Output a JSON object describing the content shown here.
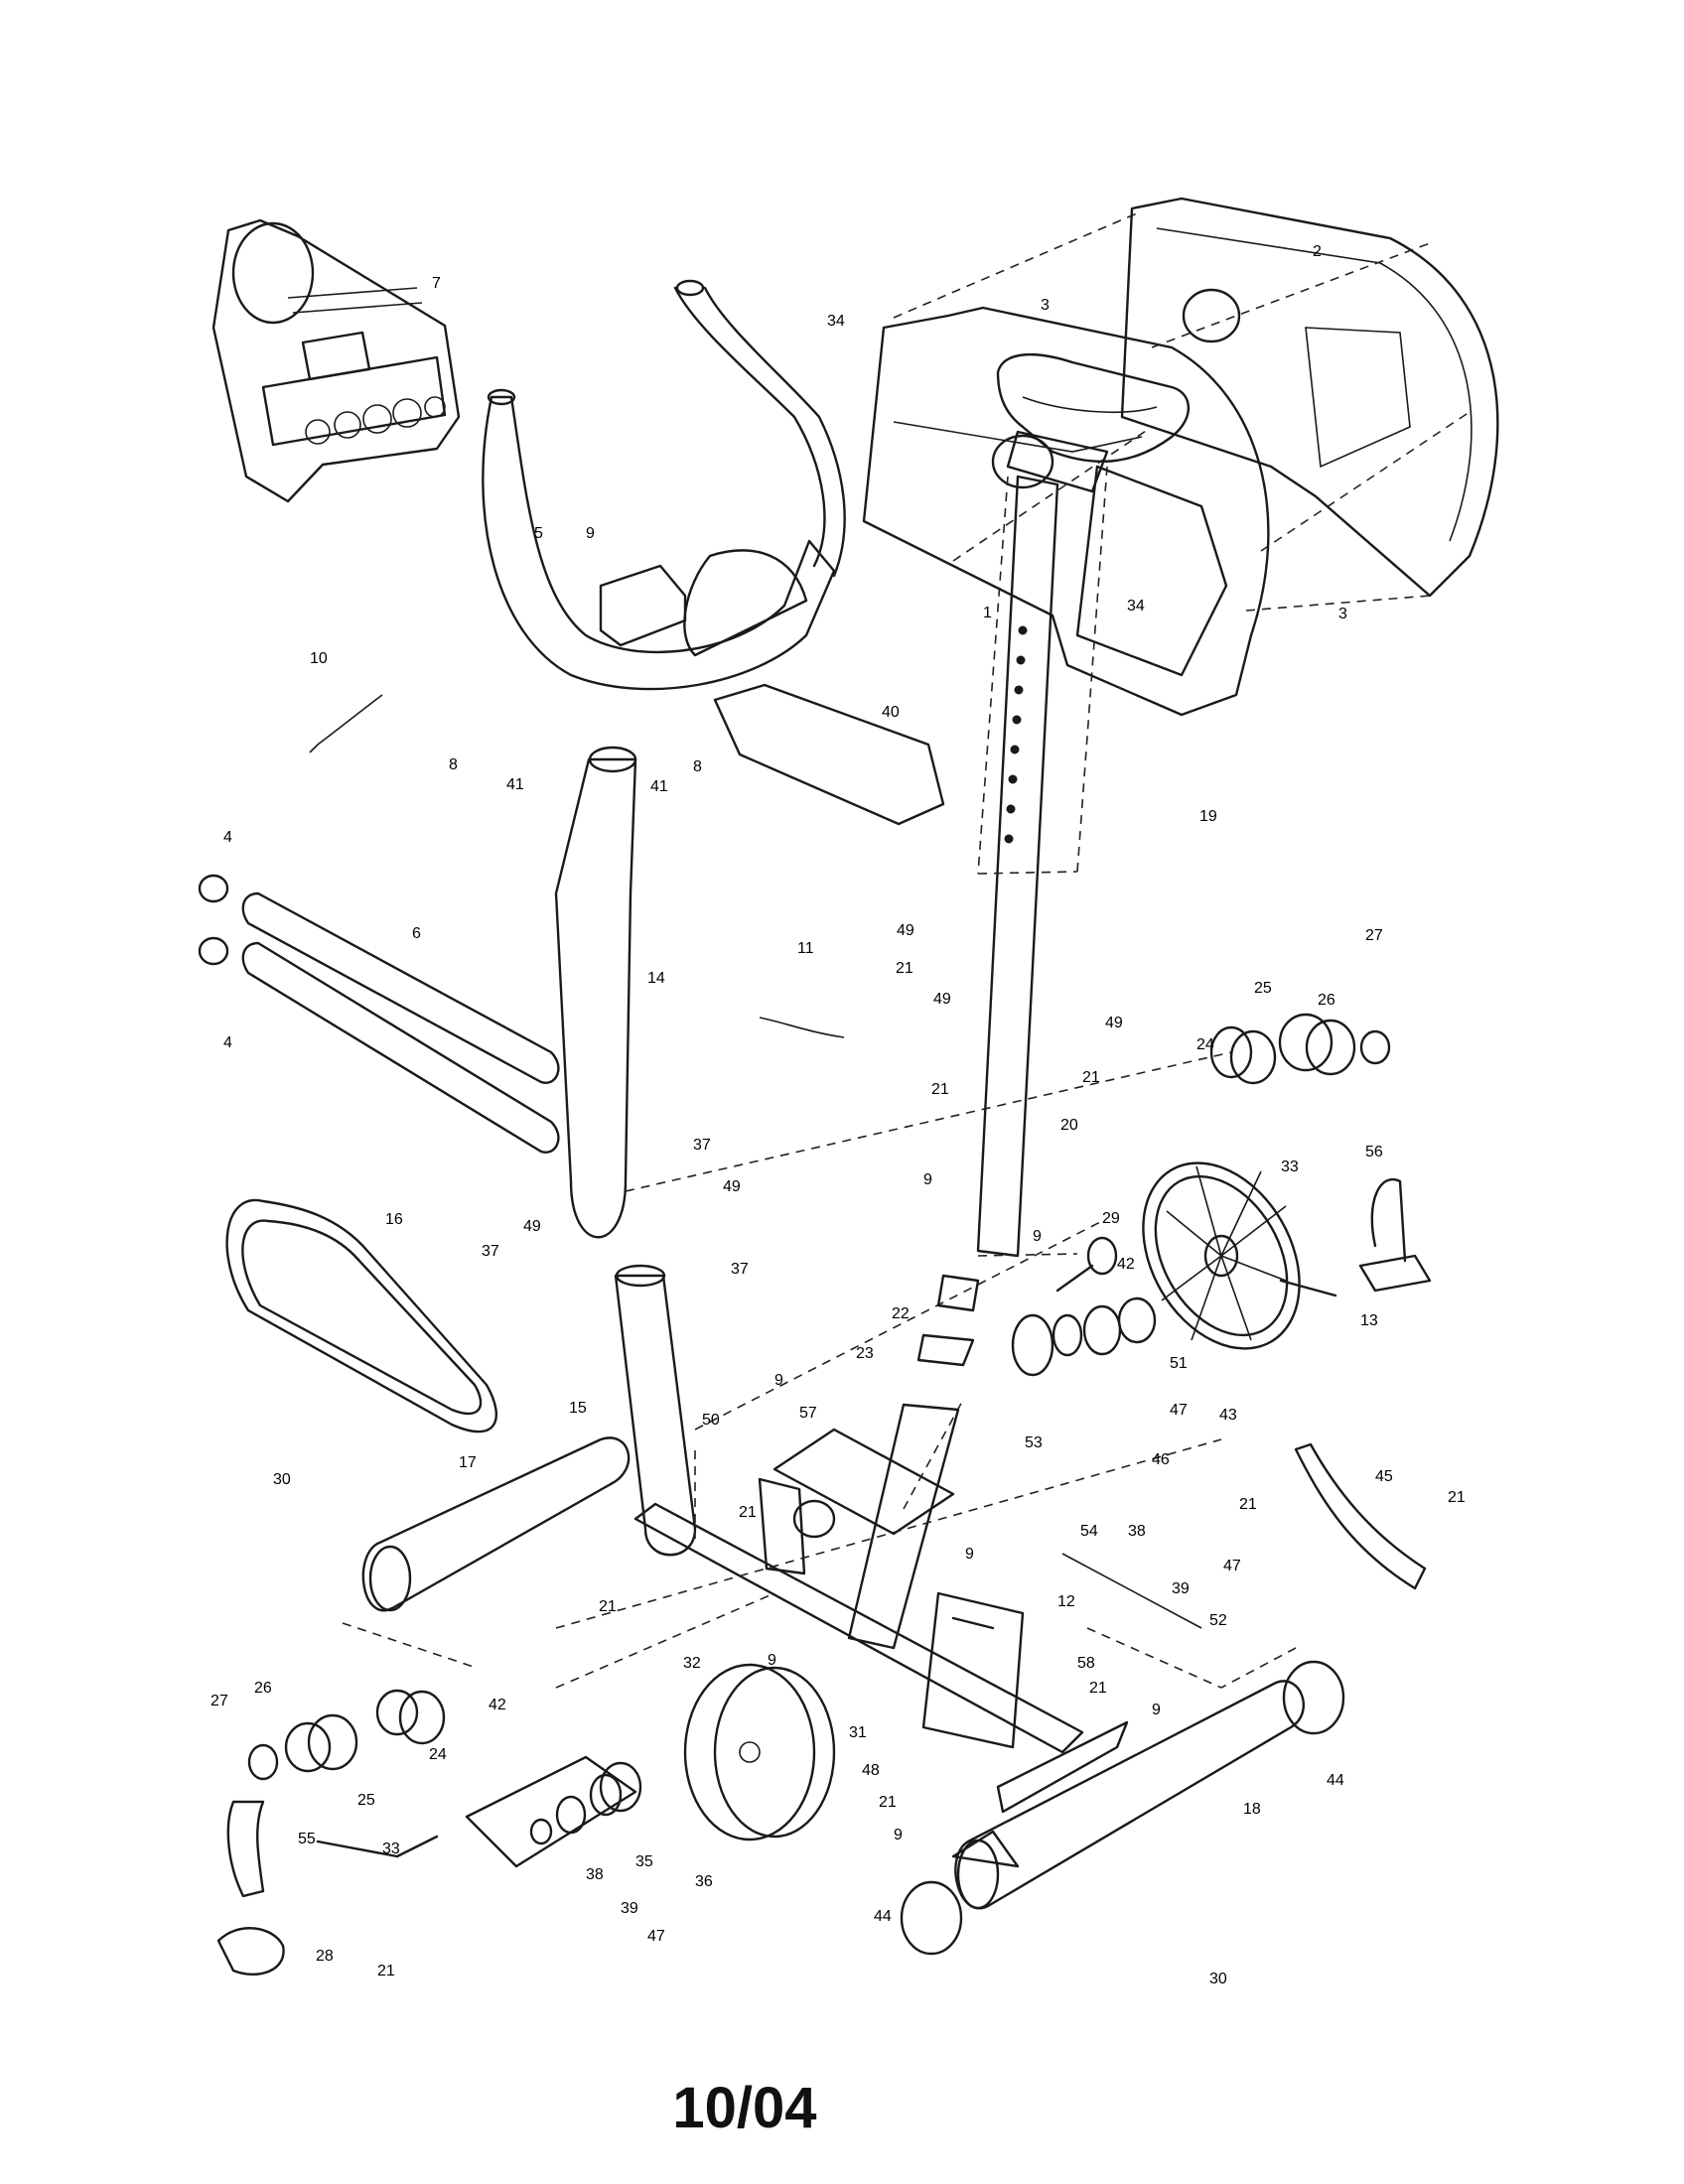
{
  "footer": {
    "code": "10/04"
  },
  "diagram": {
    "callouts": [
      "1",
      "2",
      "3",
      "3",
      "4",
      "4",
      "5",
      "6",
      "7",
      "8",
      "8",
      "9",
      "9",
      "9",
      "9",
      "9",
      "9",
      "9",
      "9",
      "10",
      "11",
      "12",
      "13",
      "14",
      "15",
      "16",
      "17",
      "18",
      "19",
      "20",
      "21",
      "21",
      "21",
      "21",
      "21",
      "21",
      "21",
      "21",
      "21",
      "21",
      "22",
      "23",
      "24",
      "24",
      "25",
      "25",
      "26",
      "26",
      "27",
      "27",
      "28",
      "29",
      "30",
      "30",
      "31",
      "32",
      "33",
      "33",
      "34",
      "34",
      "35",
      "36",
      "37",
      "37",
      "37",
      "38",
      "38",
      "39",
      "39",
      "40",
      "41",
      "41",
      "42",
      "42",
      "43",
      "44",
      "44",
      "45",
      "46",
      "47",
      "47",
      "47",
      "48",
      "49",
      "49",
      "49",
      "49",
      "49",
      "50",
      "51",
      "52",
      "53",
      "54",
      "55",
      "56",
      "57",
      "58"
    ]
  }
}
